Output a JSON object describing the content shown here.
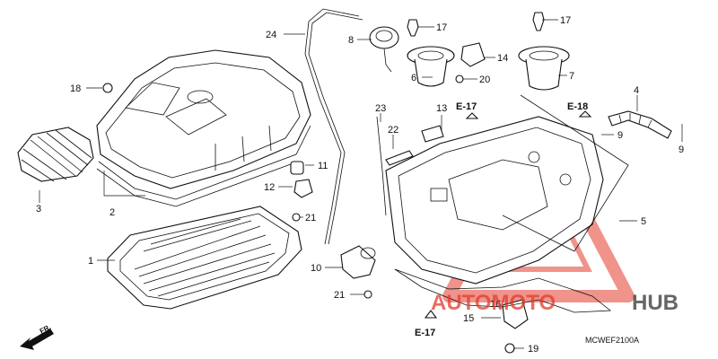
{
  "callouts": [
    {
      "id": "c1",
      "text": "1"
    },
    {
      "id": "c2",
      "text": "2"
    },
    {
      "id": "c3",
      "text": "3"
    },
    {
      "id": "c4",
      "text": "4"
    },
    {
      "id": "c5",
      "text": "5"
    },
    {
      "id": "c6",
      "text": "6"
    },
    {
      "id": "c7",
      "text": "7"
    },
    {
      "id": "c8",
      "text": "8"
    },
    {
      "id": "c9a",
      "text": "9"
    },
    {
      "id": "c9b",
      "text": "9"
    },
    {
      "id": "c10",
      "text": "10"
    },
    {
      "id": "c11",
      "text": "11"
    },
    {
      "id": "c12",
      "text": "12"
    },
    {
      "id": "c13",
      "text": "13"
    },
    {
      "id": "c14",
      "text": "14"
    },
    {
      "id": "c15",
      "text": "15"
    },
    {
      "id": "c16",
      "text": "16"
    },
    {
      "id": "c17a",
      "text": "17"
    },
    {
      "id": "c17b",
      "text": "17"
    },
    {
      "id": "c18",
      "text": "18"
    },
    {
      "id": "c19",
      "text": "19"
    },
    {
      "id": "c20",
      "text": "20"
    },
    {
      "id": "c21a",
      "text": "21"
    },
    {
      "id": "c21b",
      "text": "21"
    },
    {
      "id": "c22",
      "text": "22"
    },
    {
      "id": "c23",
      "text": "23"
    },
    {
      "id": "c24",
      "text": "24"
    }
  ],
  "refs": [
    {
      "id": "r1",
      "text": "E-17"
    },
    {
      "id": "r2",
      "text": "E-18"
    },
    {
      "id": "r3",
      "text": "E-17"
    }
  ],
  "front_marker": "FR.",
  "diagram_code": "MCWEF2100A",
  "watermark": {
    "text_a": "AUTOMOTO",
    "text_b": "HUB",
    "color_main": "#e23b2e",
    "color_dark": "#333333"
  }
}
